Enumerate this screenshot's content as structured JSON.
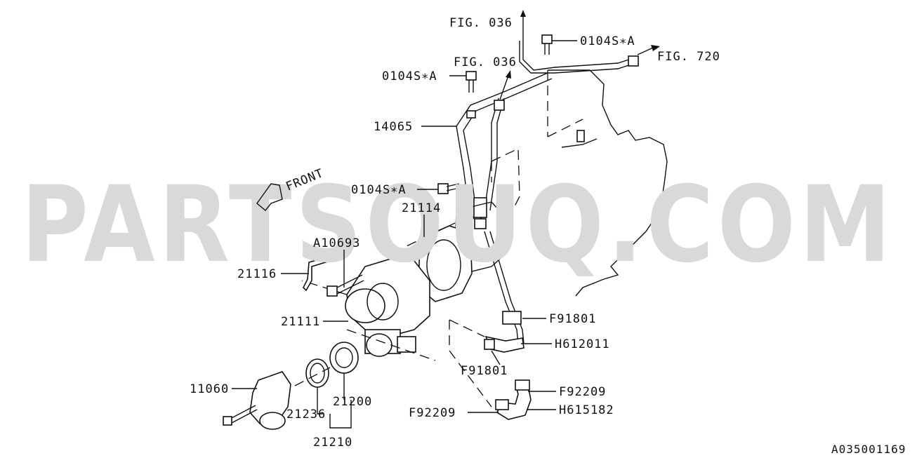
{
  "watermark": "PARTSOUQ.COM",
  "front_marker": "FRONT",
  "diagram_code": "A035001169",
  "labels": {
    "fig036_top": "FIG. 036",
    "fig036_mid": "FIG. 036",
    "fig720": "FIG. 720",
    "bolt_a_top": "0104S∗A",
    "bolt_a_mid": "0104S∗A",
    "bolt_a_low": "0104S∗A",
    "p14065": "14065",
    "p21114": "21114",
    "pA10693": "A10693",
    "p21116": "21116",
    "p21111": "21111",
    "p11060": "11060",
    "p21236": "21236",
    "p21200": "21200",
    "p21210": "21210",
    "pF91801_r": "F91801",
    "pH612011": "H612011",
    "pF91801_l": "F91801",
    "pF92209_r": "F92209",
    "pH615182": "H615182",
    "pF92209_l": "F92209"
  }
}
